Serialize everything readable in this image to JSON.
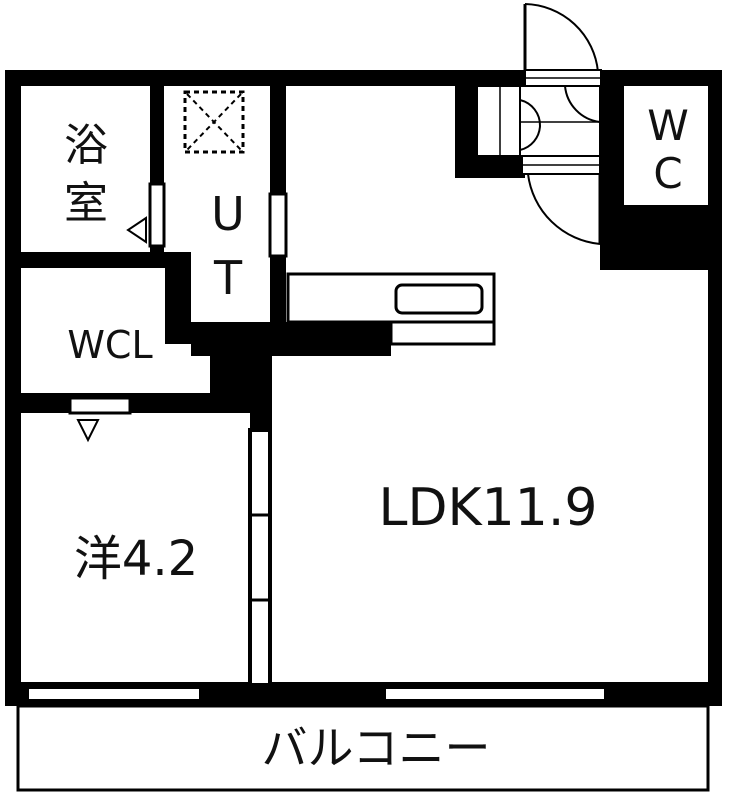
{
  "floor_plan": {
    "rooms": {
      "bath_line1": "浴",
      "bath_line2": "室",
      "utility_line1": "U",
      "utility_line2": "T",
      "toilet_line1": "W",
      "toilet_line2": "C",
      "closet": "WCL",
      "western_room": "洋4.2",
      "ldk": "LDK11.9",
      "balcony": "バルコニー"
    },
    "colors": {
      "wall": "#000000",
      "background": "#ffffff",
      "line": "#111111"
    }
  }
}
